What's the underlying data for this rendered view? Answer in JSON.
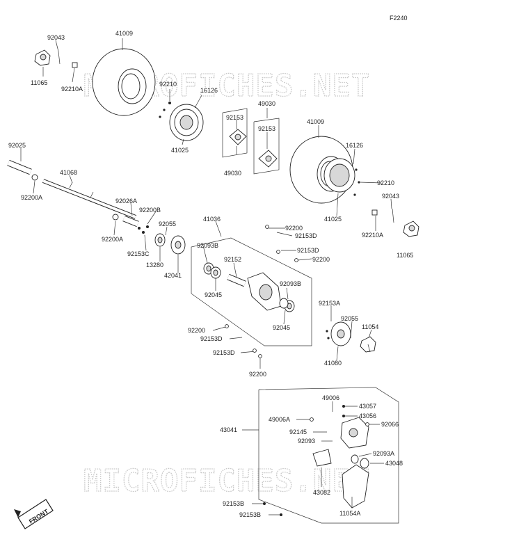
{
  "diagram": {
    "figure_code": "F2240",
    "watermark": "MICROFICHES.NET",
    "front_badge": "FRONT",
    "labels": [
      {
        "id": "l1",
        "text": "92043"
      },
      {
        "id": "l2",
        "text": "41009"
      },
      {
        "id": "l3",
        "text": "11065"
      },
      {
        "id": "l4",
        "text": "92210A"
      },
      {
        "id": "l5",
        "text": "92210"
      },
      {
        "id": "l6",
        "text": "16126"
      },
      {
        "id": "l7",
        "text": "92153"
      },
      {
        "id": "l8",
        "text": "49030"
      },
      {
        "id": "l9",
        "text": "92153"
      },
      {
        "id": "l10",
        "text": "41009"
      },
      {
        "id": "l11",
        "text": "41025"
      },
      {
        "id": "l12",
        "text": "49030"
      },
      {
        "id": "l13",
        "text": "16126"
      },
      {
        "id": "l14",
        "text": "92025"
      },
      {
        "id": "l15",
        "text": "41068"
      },
      {
        "id": "l16",
        "text": "92210"
      },
      {
        "id": "l17",
        "text": "92200A"
      },
      {
        "id": "l18",
        "text": "41025"
      },
      {
        "id": "l19",
        "text": "92043"
      },
      {
        "id": "l20",
        "text": "92026A"
      },
      {
        "id": "l21",
        "text": "92200B"
      },
      {
        "id": "l22",
        "text": "41036"
      },
      {
        "id": "l23",
        "text": "92055"
      },
      {
        "id": "l24",
        "text": "92200A"
      },
      {
        "id": "l25",
        "text": "92210A"
      },
      {
        "id": "l26",
        "text": "92200"
      },
      {
        "id": "l27",
        "text": "92153D"
      },
      {
        "id": "l28",
        "text": "92093B"
      },
      {
        "id": "l29",
        "text": "92153C"
      },
      {
        "id": "l30",
        "text": "13280"
      },
      {
        "id": "l31",
        "text": "11065"
      },
      {
        "id": "l32",
        "text": "92153D"
      },
      {
        "id": "l33",
        "text": "92152"
      },
      {
        "id": "l34",
        "text": "92200"
      },
      {
        "id": "l35",
        "text": "42041"
      },
      {
        "id": "l36",
        "text": "92093B"
      },
      {
        "id": "l37",
        "text": "92045"
      },
      {
        "id": "l38",
        "text": "92153A"
      },
      {
        "id": "l39",
        "text": "92055"
      },
      {
        "id": "l40",
        "text": "11054"
      },
      {
        "id": "l41",
        "text": "92045"
      },
      {
        "id": "l42",
        "text": "92200"
      },
      {
        "id": "l43",
        "text": "92153D"
      },
      {
        "id": "l44",
        "text": "41080"
      },
      {
        "id": "l45",
        "text": "92153D"
      },
      {
        "id": "l46",
        "text": "92200"
      },
      {
        "id": "l47",
        "text": "49006"
      },
      {
        "id": "l48",
        "text": "43057"
      },
      {
        "id": "l49",
        "text": "43056"
      },
      {
        "id": "l50",
        "text": "49006A"
      },
      {
        "id": "l51",
        "text": "92066"
      },
      {
        "id": "l52",
        "text": "43041"
      },
      {
        "id": "l53",
        "text": "92145"
      },
      {
        "id": "l54",
        "text": "92093"
      },
      {
        "id": "l55",
        "text": "92093A"
      },
      {
        "id": "l56",
        "text": "43048"
      },
      {
        "id": "l57",
        "text": "43082"
      },
      {
        "id": "l58",
        "text": "92153B"
      },
      {
        "id": "l59",
        "text": "11054A"
      },
      {
        "id": "l60",
        "text": "92153B"
      }
    ]
  }
}
